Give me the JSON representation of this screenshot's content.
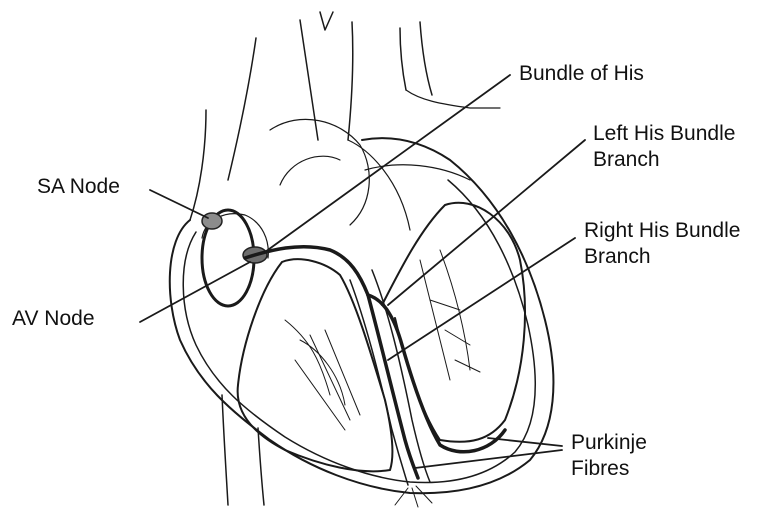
{
  "labels": {
    "bundle_of_his": "Bundle of His",
    "left_his_bundle_branch": [
      "Left His Bundle",
      "Branch"
    ],
    "sa_node": "SA Node",
    "right_his_bundle_branch": [
      "Right His Bundle",
      "Branch"
    ],
    "av_node": "AV Node",
    "purkinje_fibres": [
      "Purkinje",
      "Fibres"
    ]
  }
}
